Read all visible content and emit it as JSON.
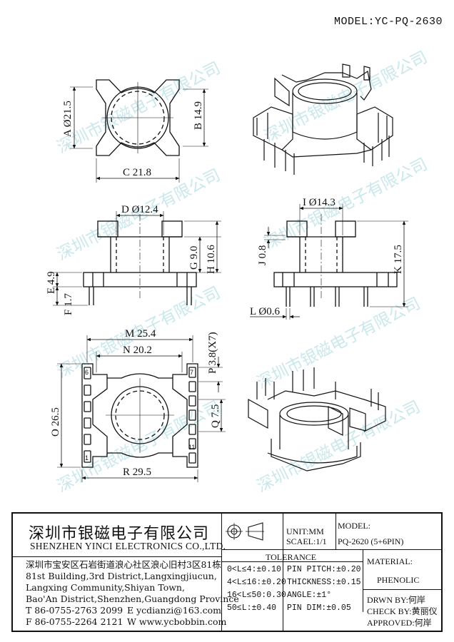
{
  "model_label": "MODEL:YC-PQ-2630",
  "watermark": "深圳市银磁电子有限公司",
  "dimensions": {
    "A": "A Ø21.5",
    "B": "B 14.9",
    "C": "C 21.8",
    "D": "D Ø12.4",
    "G": "G 9.0",
    "H": "H 10.6",
    "E": "E 4.9",
    "F": "F 1.7",
    "I": "I Ø14.3",
    "J": "J 0.8",
    "K": "K 17.5",
    "L": "L Ø0.6",
    "M": "M 25.4",
    "N": "N 20.2",
    "P": "P 3.8(X7)",
    "O": "O 26.5",
    "Q": "Q 7.5",
    "R": "R 29.5"
  },
  "pin_numbers": {
    "p6": "6",
    "p7": "7",
    "p1": "1",
    "p11": "11"
  },
  "title_block": {
    "company_cn": "深圳市银磁电子有限公司",
    "company_en": "SHENZHEN YINCI ELECTRONICS CO.,LTD.",
    "address_cn": "深圳市宝安区石岩街道浪心社区浪心旧村3区81栋",
    "address_en": [
      "81st Building,3rd District,Langxingjiucun,",
      "Langxing Community,Shiyan Town,",
      "Bao'An District,Shenzhen,Guangdong Province"
    ],
    "tel": "T 86-0755-2763 2099",
    "email": "E ycdianzi@163.com",
    "fax": "F 86-0755-2264 2121",
    "web": "W www.ycbobbin.com",
    "unit": "UNIT:MM",
    "scale": "SCAEL:1/1",
    "model_label": "MODEL:",
    "model_value": "PQ-2620 (5+6PIN)",
    "tolerance_title": "TOLERANCE",
    "tolerances": [
      "0<L≤4:±0.10",
      "4<L≤16:±0.20",
      "16<L≤50:0.30",
      "50≤L:±0.40"
    ],
    "pin_specs": [
      "PIN PITCH:±0.20",
      "THICKNESS:±0.15",
      "ANGLE:±1°",
      "PIN DIM:±0.05"
    ],
    "material_label": "MATERIAL:",
    "material_value": "PHENOLIC",
    "drawn_by": "DRWN BY:何岸",
    "check_by": "CHECK BY:黄丽仪",
    "approved": "APPROVED:何岸"
  }
}
